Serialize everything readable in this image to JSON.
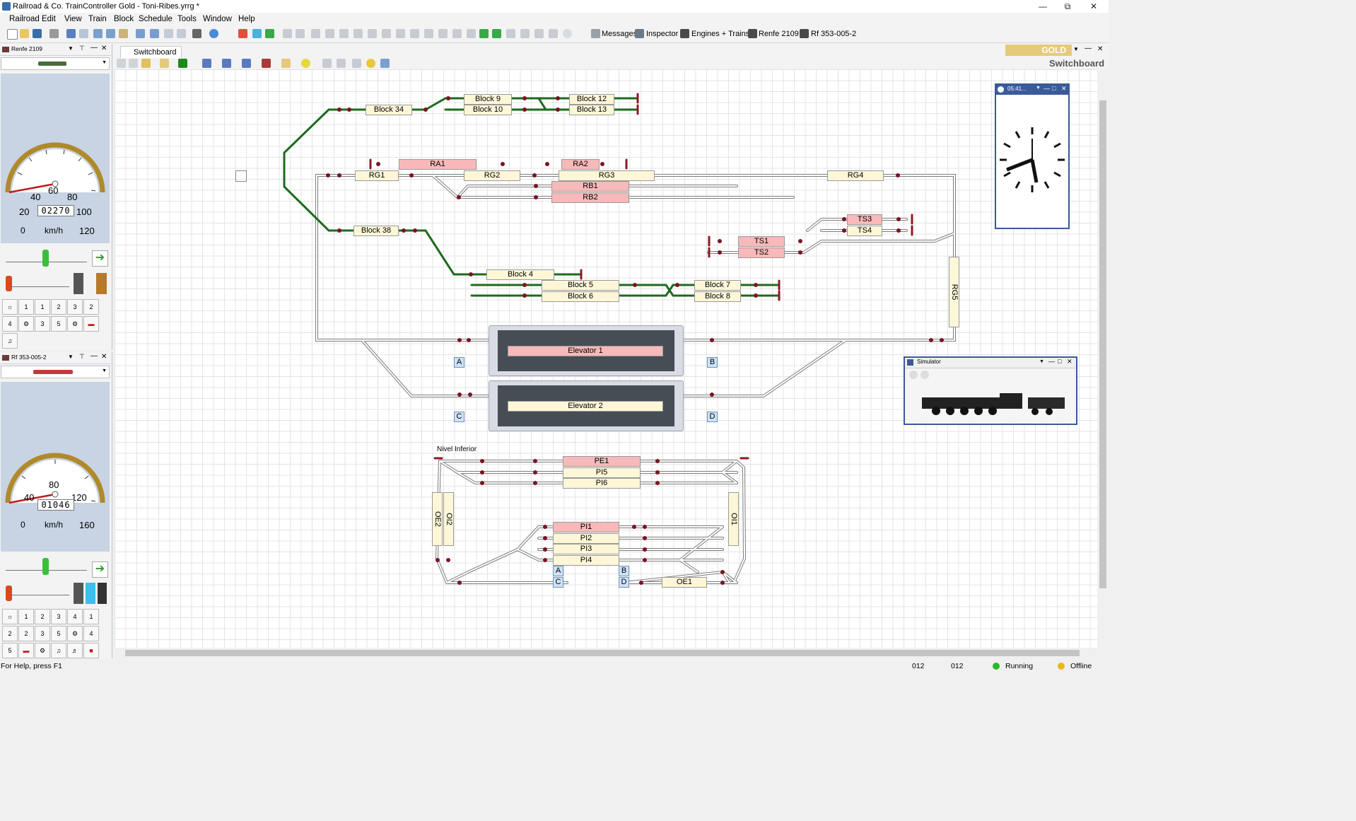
{
  "window": {
    "title": "Railroad & Co. TrainController Gold - Toni-Ribes.yrrg *"
  },
  "menu": [
    "Railroad",
    "Edit",
    "View",
    "Train",
    "Block",
    "Schedule",
    "Tools",
    "Window",
    "Help"
  ],
  "toolbar": {
    "quick": [
      "Messages",
      "Inspector",
      "Engines + Trains",
      "Renfe 2109",
      "Rf 353-005-2"
    ]
  },
  "panels": [
    {
      "title": "Renfe 2109",
      "odometer": "02270",
      "unit": "km/h",
      "ticks": [
        "0",
        "20",
        "40",
        "60",
        "80",
        "100",
        "120"
      ]
    },
    {
      "title": "Rf 353-005-2",
      "odometer": "01046",
      "unit": "km/h",
      "ticks": [
        "0",
        "40",
        "80",
        "120",
        "160"
      ]
    }
  ],
  "function_keys": {
    "p1": [
      "1",
      "1",
      "2",
      "3",
      "2",
      "4",
      "3",
      "5"
    ],
    "p2": [
      "1",
      "2",
      "3",
      "4",
      "1",
      "2",
      "2",
      "3",
      "5",
      "4",
      "5"
    ]
  },
  "switchboard": {
    "tab": "Switchboard",
    "label": "Switchboard",
    "brand": "GOLD",
    "blocks": {
      "b9": "Block 9",
      "b10": "Block 10",
      "b12": "Block 12",
      "b13": "Block 13",
      "b34": "Block 34",
      "ra1": "RA1",
      "ra2": "RA2",
      "rg1": "RG1",
      "rg2": "RG2",
      "rg3": "RG3",
      "rg4": "RG4",
      "rb1": "RB1",
      "rb2": "RB2",
      "ts1": "TS1",
      "ts2": "TS2",
      "ts3": "TS3",
      "ts4": "TS4",
      "b38": "Block 38",
      "b4": "Block 4",
      "b5": "Block 5",
      "b6": "Block 6",
      "b7": "Block 7",
      "b8": "Block 8",
      "rg5": "RG5",
      "e1": "Elevator 1",
      "e2": "Elevator 2",
      "pe1": "PE1",
      "pi5": "PI5",
      "pi6": "PI6",
      "pi1": "PI1",
      "pi2": "PI2",
      "pi3": "PI3",
      "pi4": "PI4",
      "oe1": "OE1",
      "oe2": "OE2",
      "oi1": "OI1",
      "oi2": "OI2"
    },
    "level_label": "Nivel Inferior",
    "markers": [
      "A",
      "B",
      "C",
      "D",
      "A",
      "B",
      "C",
      "D"
    ]
  },
  "clock": {
    "title": "05:41..."
  },
  "simulator": {
    "title": "Simulator"
  },
  "status": {
    "help": "For Help, press F1",
    "c1": "012",
    "c2": "012",
    "running": "Running",
    "offline": "Offline"
  }
}
